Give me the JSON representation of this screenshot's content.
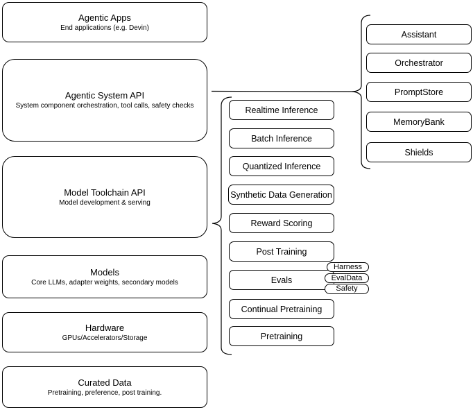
{
  "colors": {
    "stroke": "#000000",
    "background": "#ffffff"
  },
  "left_column": {
    "boxes": [
      {
        "title": "Agentic Apps",
        "subtitle": "End applications (e.g. Devin)"
      },
      {
        "title": "Agentic System API",
        "subtitle": "System component orchestration, tool calls, safety checks"
      },
      {
        "title": "Model Toolchain API",
        "subtitle": "Model development & serving"
      },
      {
        "title": "Models",
        "subtitle": "Core LLMs, adapter weights, secondary models"
      },
      {
        "title": "Hardware",
        "subtitle": "GPUs/Accelerators/Storage"
      },
      {
        "title": "Curated Data",
        "subtitle": "Pretraining, preference, post training."
      }
    ]
  },
  "toolchain_column": {
    "boxes": [
      {
        "label": "Realtime Inference"
      },
      {
        "label": "Batch Inference"
      },
      {
        "label": "Quantized Inference"
      },
      {
        "label": "Synthetic Data Generation"
      },
      {
        "label": "Reward Scoring"
      },
      {
        "label": "Post Training"
      },
      {
        "label": "Evals"
      },
      {
        "label": "Continual Pretraining"
      },
      {
        "label": "Pretraining"
      }
    ],
    "evals_tags": [
      "Harness",
      "EvalData",
      "Safety"
    ]
  },
  "system_column": {
    "boxes": [
      {
        "label": "Assistant"
      },
      {
        "label": "Orchestrator"
      },
      {
        "label": "PromptStore"
      },
      {
        "label": "MemoryBank"
      },
      {
        "label": "Shields"
      }
    ]
  }
}
